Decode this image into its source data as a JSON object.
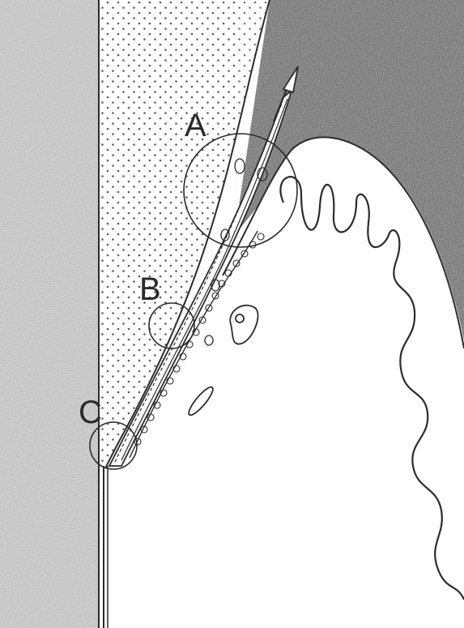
{
  "labels": {
    "a": "A",
    "b": "B",
    "c": "C"
  },
  "colors": {
    "ink": "#2b2b2b",
    "stipple_light": "#bdbdbd",
    "stipple_dark": "#5a5a5a",
    "dot": "#5c5c5c",
    "paper": "#ffffff"
  }
}
